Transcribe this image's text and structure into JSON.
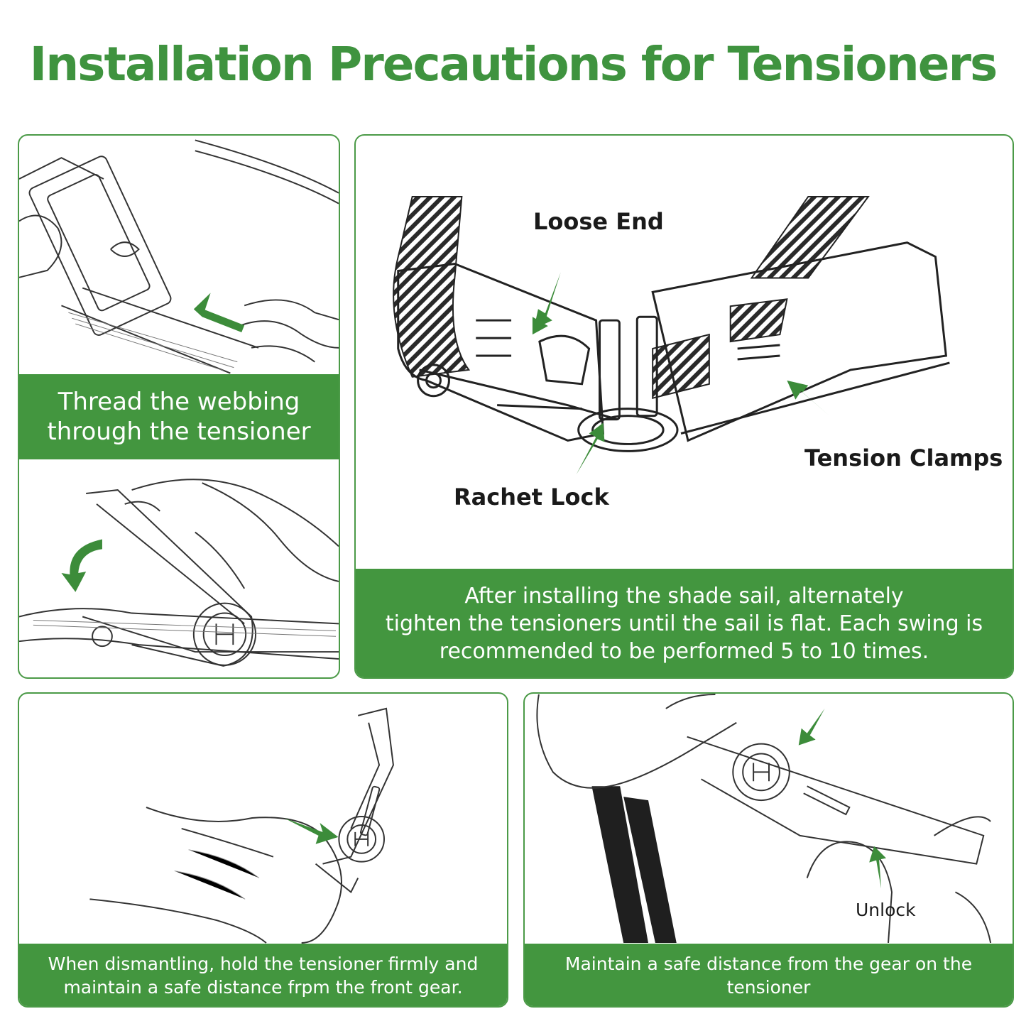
{
  "title": "Installation Precautions for Tensioners",
  "panels": {
    "thread": {
      "caption_line1": "Thread the webbing",
      "caption_line2": "through the tensioner"
    },
    "tighten": {
      "labels": {
        "loose_end": "Loose End",
        "tension_clamps": "Tension Clamps",
        "rachet_lock": "Rachet Lock"
      },
      "caption_line1": "After installing the shade sail, alternately",
      "caption_line2": "tighten the tensioners until the sail is flat. Each swing is",
      "caption_line3": "recommended to be performed 5 to 10 times."
    },
    "dismantle": {
      "caption_line1": "When dismantling, hold the tensioner firmly and",
      "caption_line2": "maintain a safe distance frpm the front gear."
    },
    "gear": {
      "unlock_label": "Unlock",
      "caption_line1": "Maintain a safe distance from the gear on the",
      "caption_line2": "tensioner"
    }
  },
  "colors": {
    "brand_green": "#43963f",
    "title_green": "#3f933f",
    "arrow_green": "#3c8c3a"
  }
}
